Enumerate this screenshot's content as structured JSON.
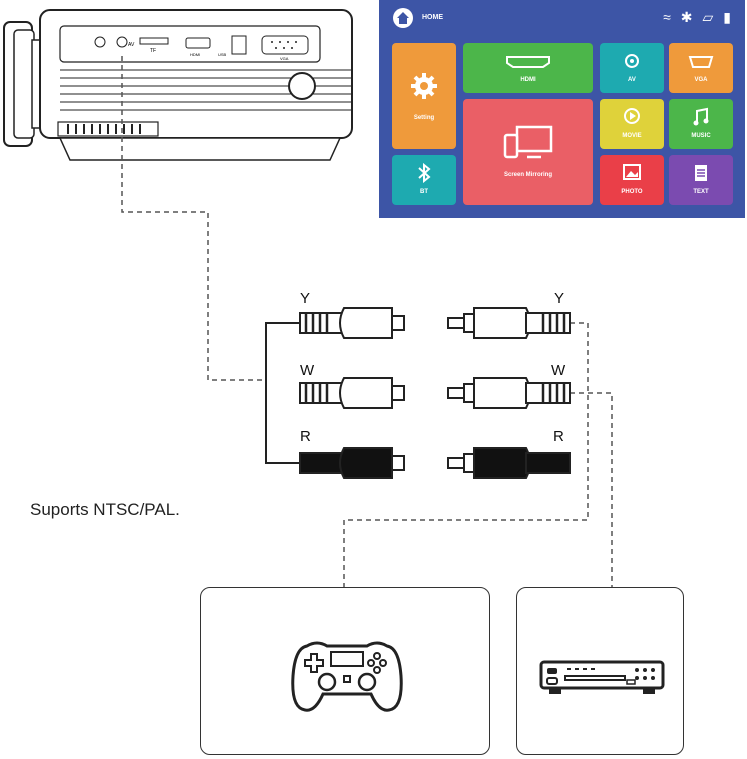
{
  "screen": {
    "home_label": "HOME",
    "tiles": [
      {
        "name": "setting",
        "label": "Setting",
        "color": "#ef9a3b"
      },
      {
        "name": "hdmi",
        "label": "HDMI",
        "color": "#4cb64a"
      },
      {
        "name": "av",
        "label": "AV",
        "color": "#1eaab0"
      },
      {
        "name": "vga",
        "label": "VGA",
        "color": "#ef9a3b"
      },
      {
        "name": "screen-mirroring",
        "label": "Screen Mirroring",
        "color": "#ea5f66"
      },
      {
        "name": "movie",
        "label": "MOVIE",
        "color": "#dfd23a"
      },
      {
        "name": "music",
        "label": "MUSIC",
        "color": "#4cb64a"
      },
      {
        "name": "bt",
        "label": "BT",
        "color": "#1eaab0"
      },
      {
        "name": "photo",
        "label": "PHOTO",
        "color": "#ea3f48"
      },
      {
        "name": "text",
        "label": "TEXT",
        "color": "#7b4bb0"
      }
    ],
    "background": "#3d55a6"
  },
  "projector": {
    "port_labels": [
      "AV",
      "TF",
      "HDMI",
      "USB",
      "VGA"
    ]
  },
  "cables": {
    "left": [
      "Y",
      "W",
      "R"
    ],
    "right": [
      "Y",
      "W",
      "R"
    ]
  },
  "caption": "Suports NTSC/PAL."
}
